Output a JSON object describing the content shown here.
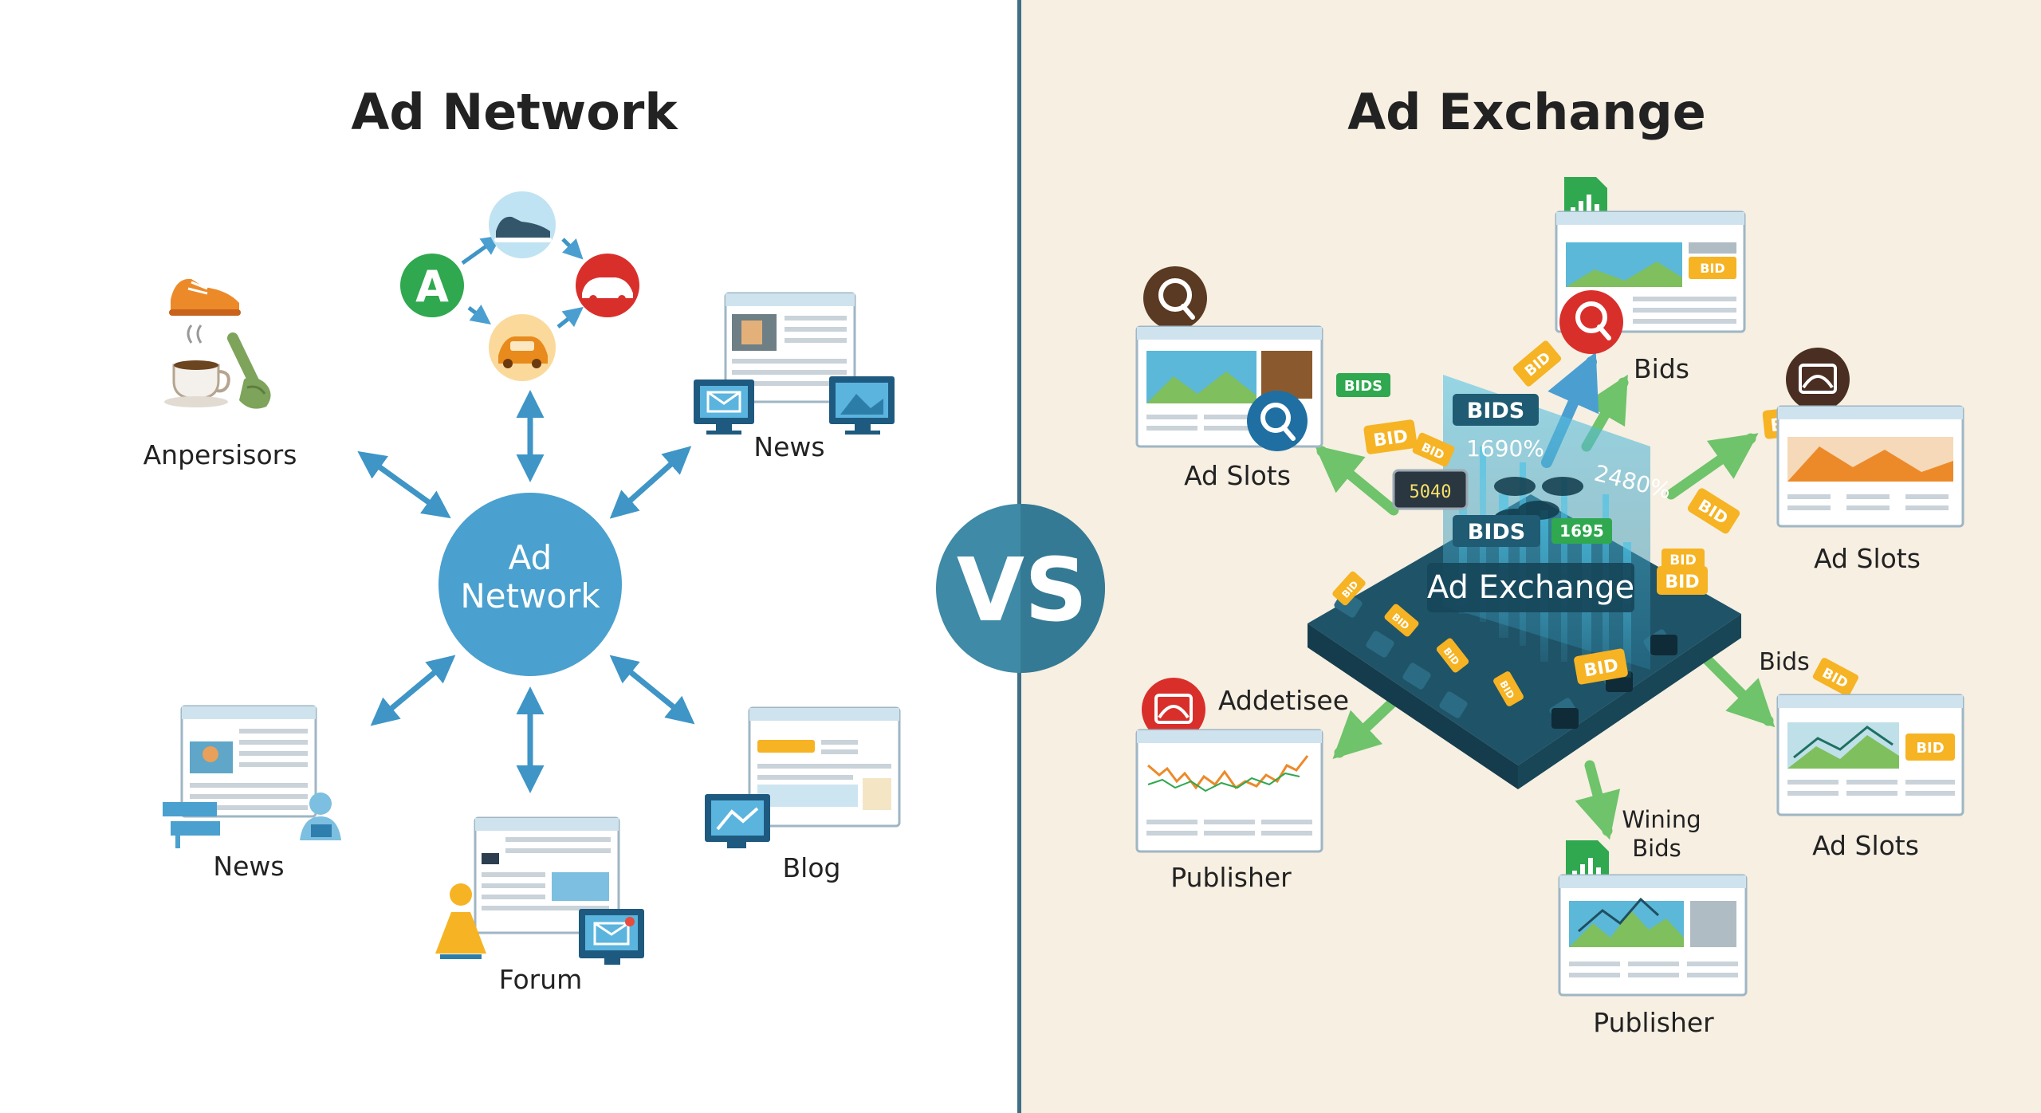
{
  "left": {
    "title": "Ad Network",
    "hub_label_line1": "Ad",
    "hub_label_line2": "Network",
    "nodes": {
      "advertisers": "Anpersisors",
      "news_top": "News",
      "news_bottom": "News",
      "forum": "Forum",
      "blog": "Blog"
    }
  },
  "vs_label": "VS",
  "right": {
    "title": "Ad Exchange",
    "hub_label": "Ad Exchange",
    "bid_label": "BID",
    "hub_tags": {
      "bids_top": "BIDS",
      "bids_small": "BIDS",
      "bids_mid": "BIDS",
      "pct_1": "1690%",
      "pct_2": "2480%",
      "counter": "5040",
      "count_1": "1695"
    },
    "nodes": {
      "ad_slots_left": "Ad Slots",
      "bids_top": "Bids",
      "ad_slots_right": "Ad Slots",
      "advertiser": "Addetisee",
      "publisher_left": "Publisher",
      "winning_bids_line1": "Wining",
      "winning_bids_line2": "Bids",
      "publisher_bottom": "Publisher",
      "bids_right": "Bids",
      "ad_slots_bottom_right": "Ad Slots"
    }
  },
  "colors": {
    "left_bg": "#ffffff",
    "right_bg": "#f6efe2",
    "divider": "#3f6f86",
    "hub_blue": "#4aa0cf",
    "arrow_blue": "#3e95c6",
    "arrow_green": "#6fc36a",
    "bid_orange": "#f6b323",
    "vs_teal": "#3f8aa6",
    "platform_dark": "#1f5368"
  }
}
